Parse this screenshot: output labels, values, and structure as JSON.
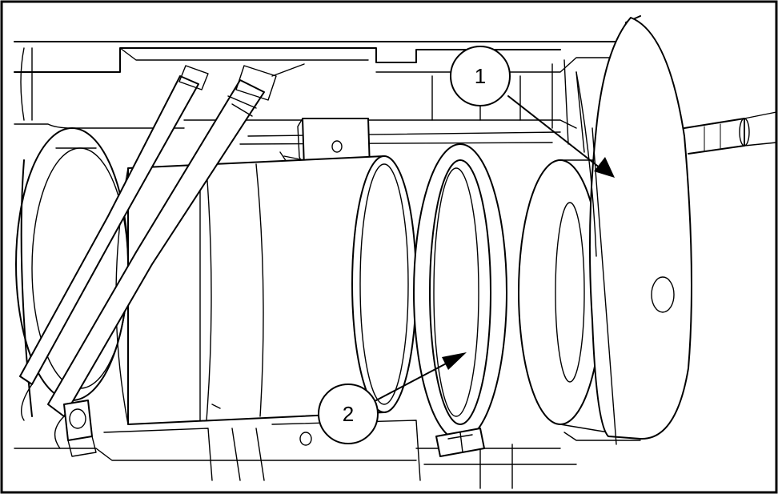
{
  "figure": {
    "border_color": "#000000",
    "background_color": "#ffffff",
    "line_color": "#000000"
  },
  "callouts": [
    {
      "id": "1",
      "label": "1"
    },
    {
      "id": "2",
      "label": "2"
    }
  ]
}
